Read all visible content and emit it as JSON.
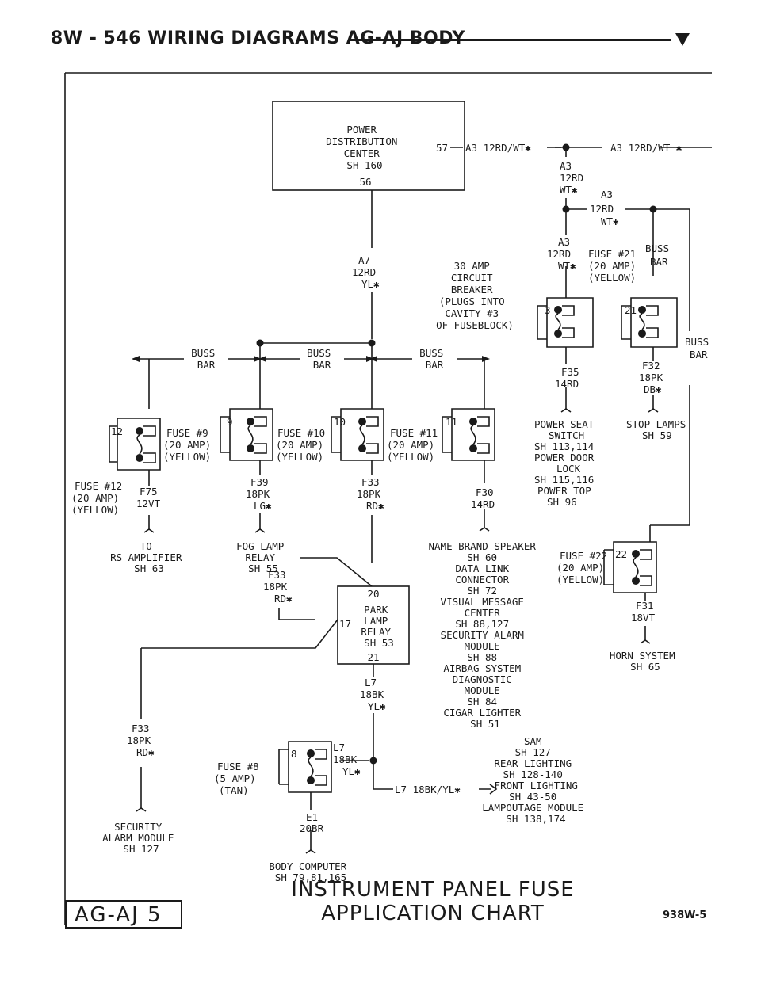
{
  "header": {
    "title": "8W - 546   WIRING DIAGRAMS AG-AJ BODY",
    "marker_icon": "triangle-down-icon"
  },
  "diagram": {
    "pdc": [
      "POWER",
      "DISTRIBUTION",
      "CENTER",
      "SH 160"
    ],
    "pdc_pin_57": "57",
    "pdc_pin_56": "56",
    "a3_top_left": "A3 12RD/WT✱",
    "a3_top_right": "A3 12RD/WT ✱",
    "a3_drop1": [
      "A3",
      "12RD",
      "WT✱"
    ],
    "a3_drop2": [
      "A3",
      "12RD",
      "WT✱"
    ],
    "a3_drop3": [
      "A3",
      "12RD",
      "WT✱"
    ],
    "a7": [
      "A7",
      "12RD",
      "YL✱"
    ],
    "breaker": [
      "30 AMP",
      "CIRCUIT",
      "BREAKER",
      "(PLUGS INTO",
      "CAVITY #3",
      "OF FUSEBLOCK)"
    ],
    "breaker_num": "3",
    "fuse21": [
      "FUSE #21",
      "(20 AMP)",
      "(YELLOW)"
    ],
    "fuse21_num": "21",
    "buss_bar": [
      "BUSS",
      "BAR"
    ],
    "f35": [
      "F35",
      "14RD"
    ],
    "f32": [
      "F32",
      "18PK",
      "DB✱"
    ],
    "power_seat": [
      "POWER SEAT",
      "SWITCH",
      "SH 113,114",
      "POWER DOOR",
      "LOCK",
      "SH 115,116",
      "POWER TOP",
      "SH 96"
    ],
    "stop_lamps": [
      "STOP LAMPS",
      "SH 59"
    ],
    "fuse12_num": "12",
    "fuse12": [
      "FUSE #12",
      "(20 AMP)",
      "(YELLOW)"
    ],
    "f75": [
      "F75",
      "12VT"
    ],
    "rs_amp": [
      "TO",
      "RS AMPLIFIER",
      "SH 63"
    ],
    "fuse9_num": "9",
    "fuse9": [
      "FUSE #9",
      "(20 AMP)",
      "(YELLOW)"
    ],
    "f39": [
      "F39",
      "18PK",
      "LG✱"
    ],
    "fog": [
      "FOG LAMP",
      "RELAY",
      "SH 55"
    ],
    "fuse10_num": "10",
    "fuse10": [
      "FUSE #10",
      "(20 AMP)",
      "(YELLOW)"
    ],
    "f33a": [
      "F33",
      "18PK",
      "RD✱"
    ],
    "fuse11_num": "11",
    "fuse11": [
      "FUSE #11",
      "(20 AMP)",
      "(YELLOW)"
    ],
    "f30": [
      "F30",
      "14RD"
    ],
    "name_brand": [
      "NAME BRAND SPEAKER",
      "SH 60",
      "DATA LINK",
      "CONNECTOR",
      "SH 72",
      "VISUAL MESSAGE",
      "CENTER",
      "SH 88,127",
      "SECURITY ALARM",
      "MODULE",
      "SH 88",
      "AIRBAG SYSTEM",
      "DIAGNOSTIC",
      "MODULE",
      "SH 84",
      "CIGAR LIGHTER",
      "SH 51"
    ],
    "fuse22": [
      "FUSE #22",
      "(20 AMP)",
      "(YELLOW)"
    ],
    "fuse22_num": "22",
    "f31": [
      "F31",
      "18VT"
    ],
    "horn": [
      "HORN SYSTEM",
      "SH 65"
    ],
    "f33b": [
      "F33",
      "18PK",
      "RD✱"
    ],
    "relay_pin_20": "20",
    "relay": [
      "PARK",
      "LAMP",
      "RELAY",
      "SH 53"
    ],
    "relay_pin_17": "17",
    "relay_pin_21": "21",
    "l7a": [
      "L7",
      "18BK",
      "YL✱"
    ],
    "f33c": [
      "F33",
      "18PK",
      "RD✱"
    ],
    "fuse8_num": "8",
    "fuse8": [
      "FUSE #8",
      "(5 AMP)",
      "(TAN)"
    ],
    "l7b": [
      "L7",
      "18BK",
      "YL✱"
    ],
    "sam": [
      "SAM",
      "SH 127",
      "REAR LIGHTING",
      "SH 128-140",
      "FRONT LIGHTING",
      "SH 43-50",
      "LAMPOUTAGE MODULE",
      "SH 138,174"
    ],
    "l7c": "L7 18BK/YL✱",
    "e1": [
      "E1",
      "20BR"
    ],
    "security": [
      "SECURITY",
      "ALARM MODULE",
      "SH 127"
    ],
    "body_computer": [
      "BODY COMPUTER",
      "SH 79,81,165"
    ]
  },
  "footer": {
    "title_line1": "INSTRUMENT PANEL FUSE",
    "title_line2": "APPLICATION CHART",
    "tag": "AG-AJ  5",
    "code": "938W-5"
  }
}
